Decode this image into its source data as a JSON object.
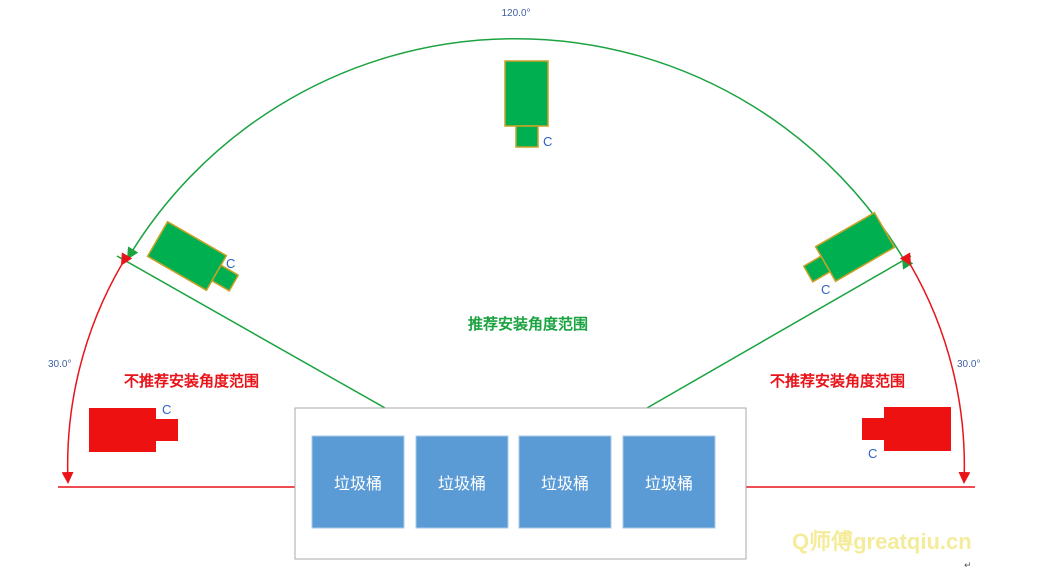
{
  "angles": {
    "top": "120.0°",
    "left": "30.0°",
    "right": "30.0°"
  },
  "labels": {
    "recommended": "推荐安装角度范围",
    "not_recommended_left": "不推荐安装角度范围",
    "not_recommended_right": "不推荐安装角度范围"
  },
  "bins": [
    "垃圾桶",
    "垃圾桶",
    "垃圾桶",
    "垃圾桶"
  ],
  "camera_mark": "C",
  "watermark": "Q师傅greatqiu.cn",
  "paragraph_mark": "↵",
  "colors": {
    "recommended": "#1ba341",
    "camera_green": "#00b050",
    "not_recommended": "#ee1111",
    "bin": "#5b9bd5",
    "angle_text": "#3f5f9f"
  },
  "icons": {
    "camera": "camera-icon",
    "arc_arrow": "arrow-head-icon"
  }
}
